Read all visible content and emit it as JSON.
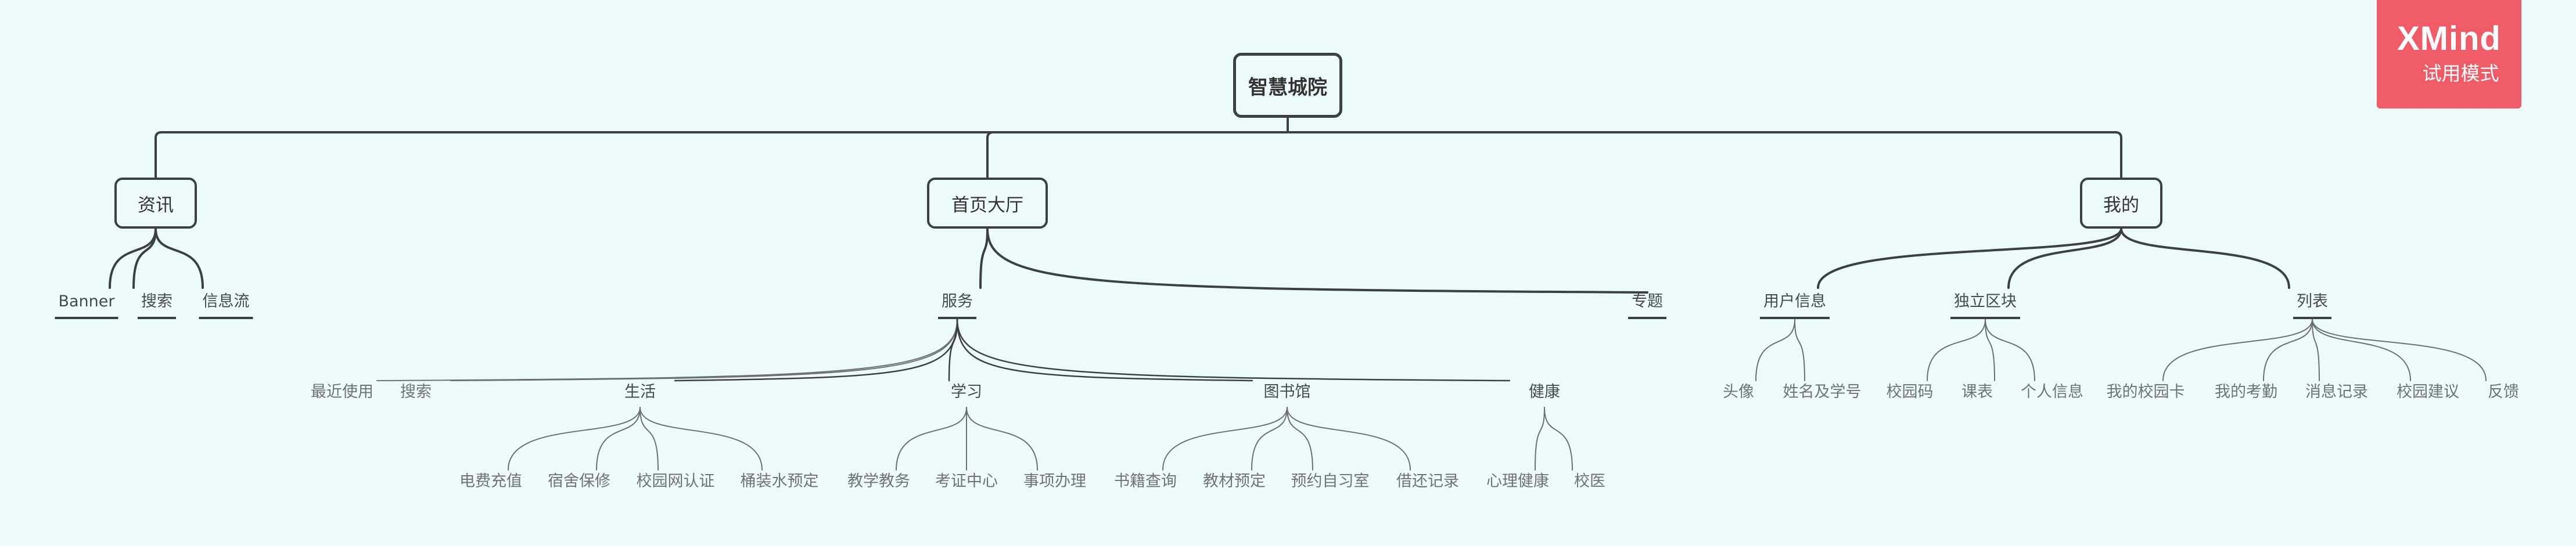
{
  "watermark": {
    "title": "XMind",
    "subtitle": "试用模式"
  },
  "colors": {
    "background": "#ecfbf9",
    "line": "#3c3f44",
    "leaf_line": "#6b6f74",
    "watermark": "#ef5c68"
  },
  "mindmap": {
    "root": "智慧城院",
    "branches": [
      {
        "id": "news",
        "label": "资讯",
        "children": [
          {
            "id": "news-banner",
            "label": "Banner"
          },
          {
            "id": "news-search",
            "label": "搜索"
          },
          {
            "id": "news-feed",
            "label": "信息流"
          }
        ]
      },
      {
        "id": "home",
        "label": "首页大厅",
        "children": [
          {
            "id": "services",
            "label": "服务",
            "children": [
              {
                "id": "recent",
                "label": "最近使用"
              },
              {
                "id": "svc-search",
                "label": "搜索"
              },
              {
                "id": "life",
                "label": "生活",
                "children": [
                  {
                    "id": "recharge",
                    "label": "电费充值"
                  },
                  {
                    "id": "dorm-repair",
                    "label": "宿舍保修"
                  },
                  {
                    "id": "campus-net",
                    "label": "校园网认证"
                  },
                  {
                    "id": "water-order",
                    "label": "桶装水预定"
                  }
                ]
              },
              {
                "id": "study",
                "label": "学习",
                "children": [
                  {
                    "id": "academic",
                    "label": "教学教务"
                  },
                  {
                    "id": "exam-center",
                    "label": "考证中心"
                  },
                  {
                    "id": "affairs",
                    "label": "事项办理"
                  }
                ]
              },
              {
                "id": "library",
                "label": "图书馆",
                "children": [
                  {
                    "id": "book-query",
                    "label": "书籍查询"
                  },
                  {
                    "id": "textbook",
                    "label": "教材预定"
                  },
                  {
                    "id": "study-room",
                    "label": "预约自习室"
                  },
                  {
                    "id": "borrow",
                    "label": "借还记录"
                  }
                ]
              },
              {
                "id": "health",
                "label": "健康",
                "children": [
                  {
                    "id": "mental",
                    "label": "心理健康"
                  },
                  {
                    "id": "clinic",
                    "label": "校医"
                  }
                ]
              }
            ]
          },
          {
            "id": "topics",
            "label": "专题"
          }
        ]
      },
      {
        "id": "mine",
        "label": "我的",
        "children": [
          {
            "id": "user-info",
            "label": "用户信息",
            "children": [
              {
                "id": "avatar",
                "label": "头像"
              },
              {
                "id": "name-id",
                "label": "姓名及学号"
              }
            ]
          },
          {
            "id": "blocks",
            "label": "独立区块",
            "children": [
              {
                "id": "campus-code",
                "label": "校园码"
              },
              {
                "id": "timetable",
                "label": "课表"
              },
              {
                "id": "personal-info",
                "label": "个人信息"
              }
            ]
          },
          {
            "id": "lists",
            "label": "列表",
            "children": [
              {
                "id": "campus-card",
                "label": "我的校园卡"
              },
              {
                "id": "attendance",
                "label": "我的考勤"
              },
              {
                "id": "messages",
                "label": "消息记录"
              },
              {
                "id": "suggestions",
                "label": "校园建议"
              },
              {
                "id": "feedback",
                "label": "反馈"
              }
            ]
          }
        ]
      }
    ]
  }
}
